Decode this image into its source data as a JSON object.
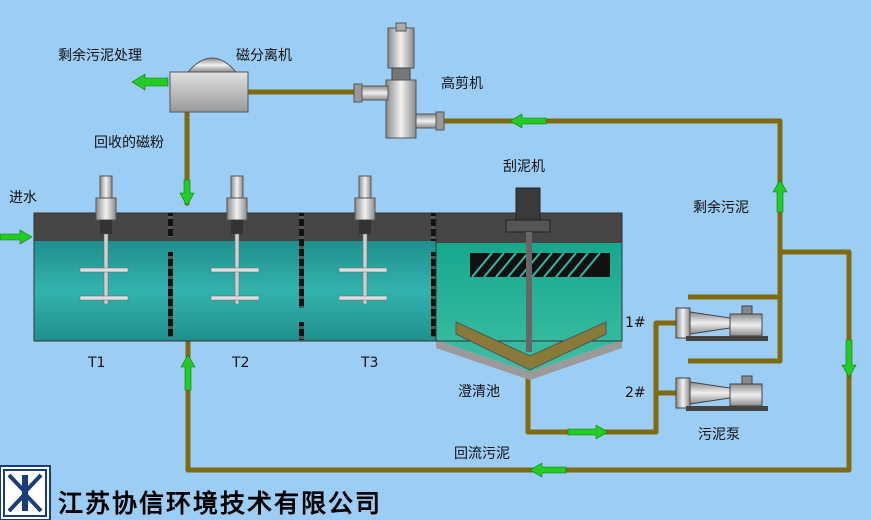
{
  "labels": {
    "surplus_sludge_treatment": "剩余污泥处理",
    "magnetic_separator": "磁分离机",
    "high_shear": "高剪机",
    "recovered_powder": "回收的磁粉",
    "scraper": "刮泥机",
    "inlet": "进水",
    "surplus_sludge": "剩余污泥",
    "t1": "T1",
    "t2": "T2",
    "t3": "T3",
    "clarifier": "澄清池",
    "pump1": "1#",
    "pump2": "2#",
    "sludge_pump": "污泥泵",
    "return_sludge": "回流污泥"
  },
  "company": "江苏协信环境技术有限公司",
  "colors": {
    "background": "#9ccdf5",
    "pipe": "#7f6a10",
    "arrow": "#22cc22",
    "tank_top": "#454545",
    "water": "#2aa39f"
  }
}
